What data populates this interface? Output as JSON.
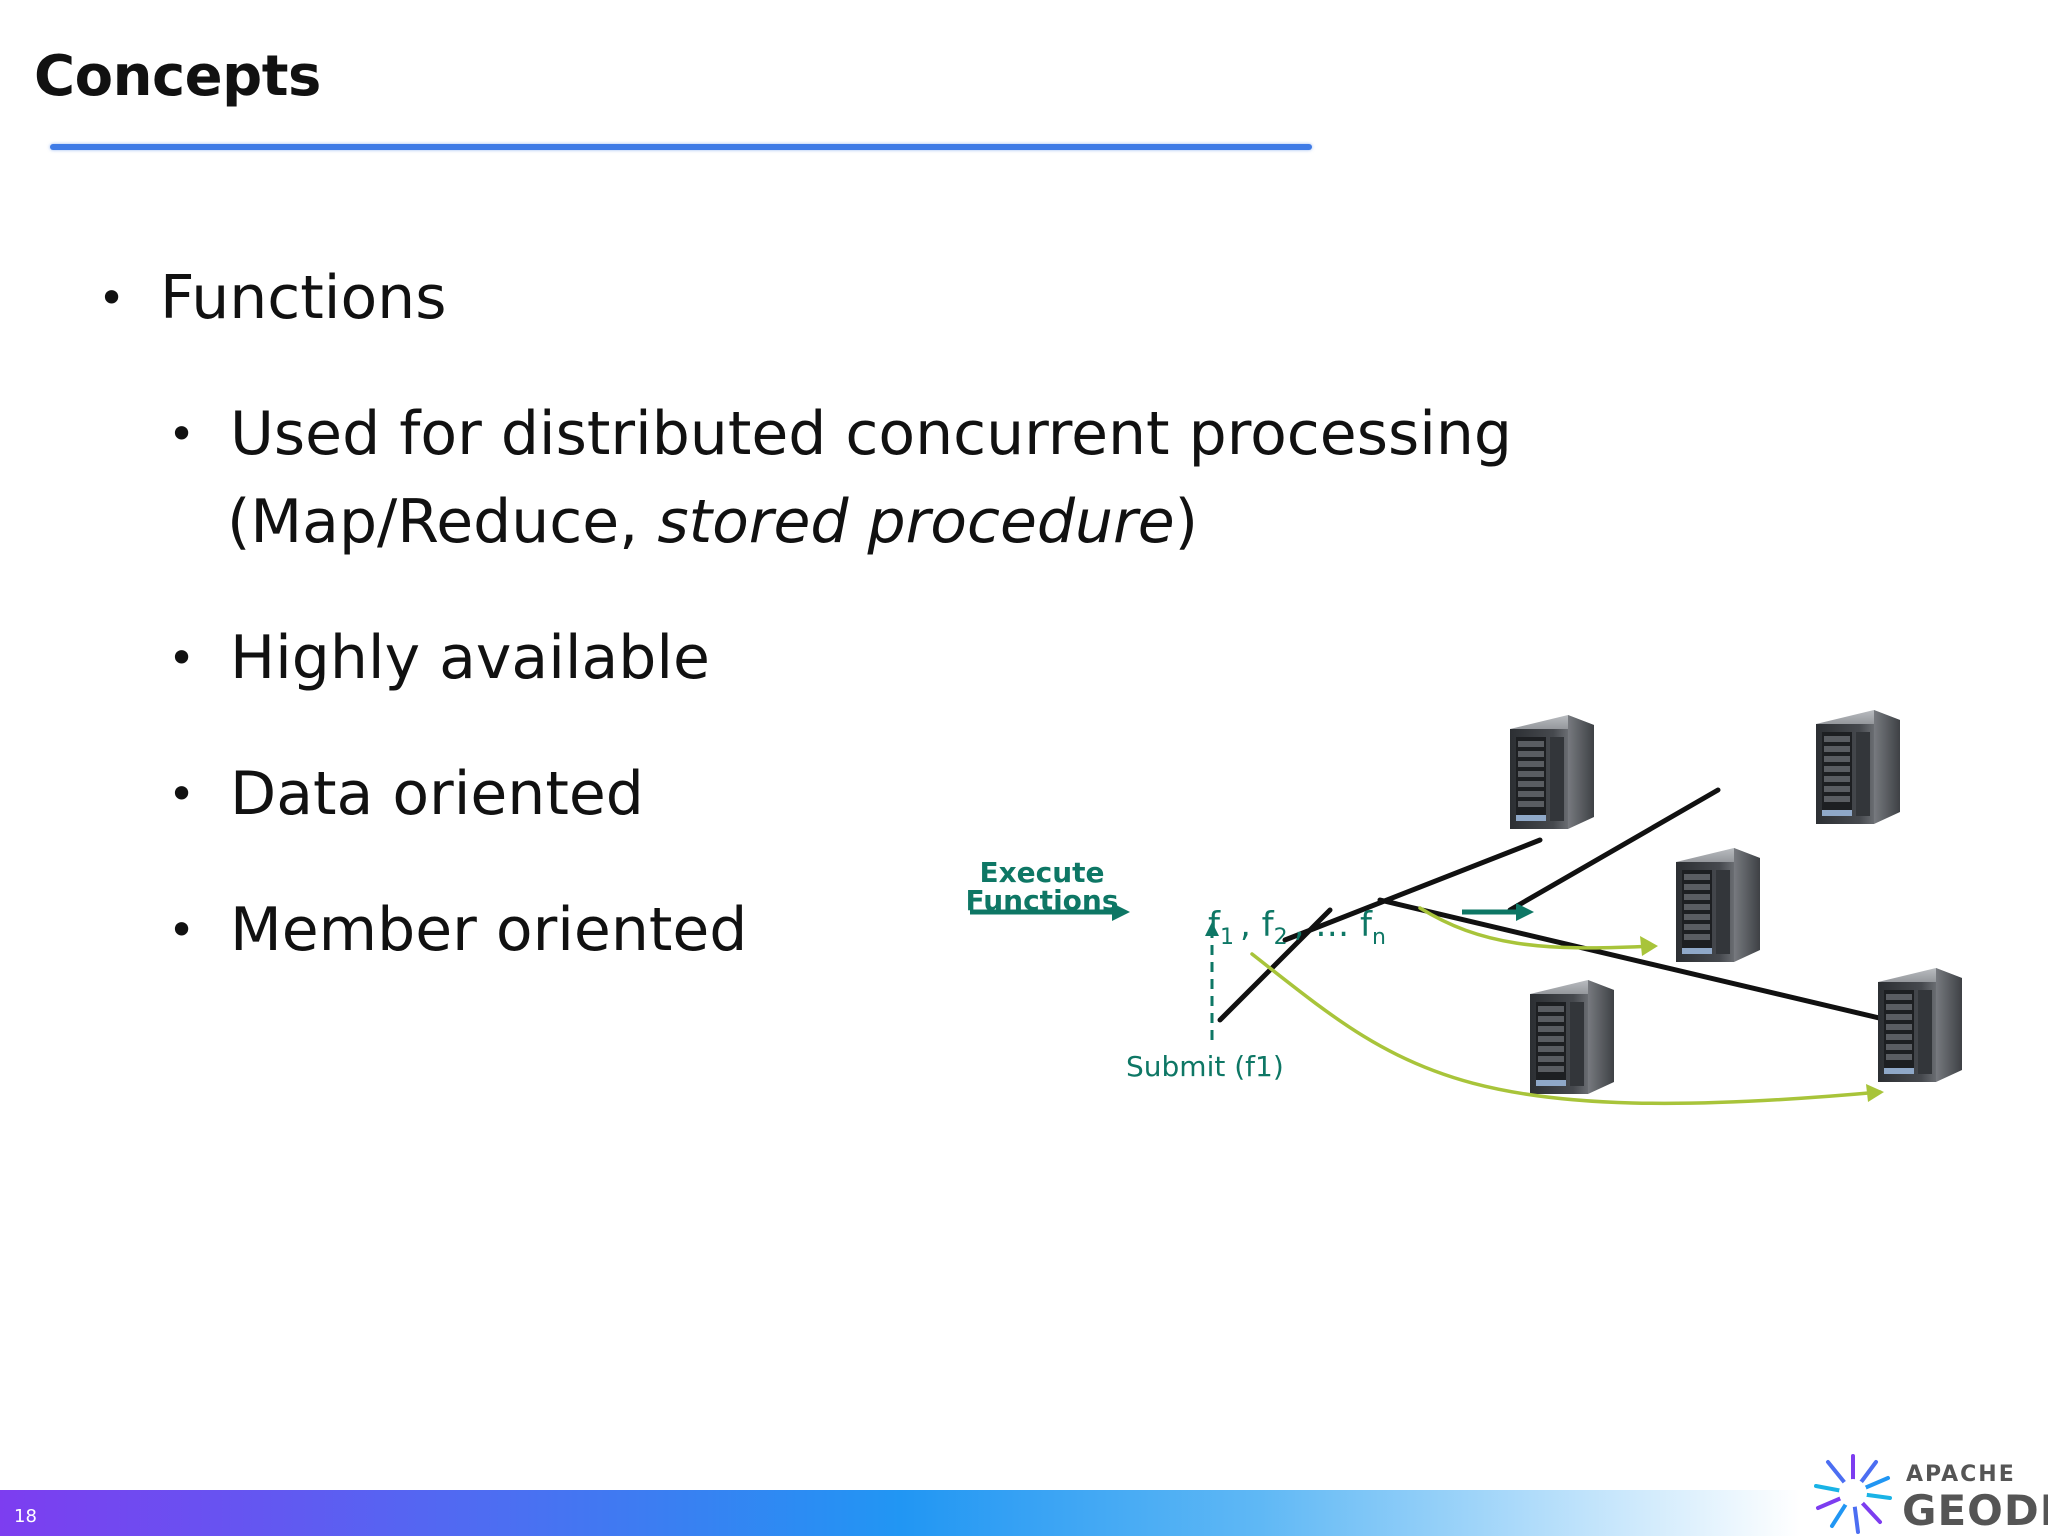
{
  "slide": {
    "title": "Concepts",
    "page_number": "18"
  },
  "bullets": {
    "level1": "Functions",
    "items": [
      {
        "line1": "Used for distributed concurrent processing",
        "line2_prefix": "(Map/Reduce, ",
        "line2_italic": "stored procedure",
        "line2_suffix": ")"
      },
      {
        "line1": "Highly available"
      },
      {
        "line1": "Data oriented"
      },
      {
        "line1": "Member oriented"
      }
    ]
  },
  "diagram": {
    "execute_line1": "Execute",
    "execute_line2": "Functions",
    "f1": "f",
    "f1_sub": "1",
    "f2": ", f",
    "f2_sub": "2",
    "fn": ", … f",
    "fn_sub": "n",
    "submit_label": "Submit (f1)",
    "colors": {
      "teal": "#0e7765",
      "green_arrow": "#a8c43a",
      "server_body": "#4a4d52",
      "link": "#111111"
    },
    "icons": [
      "server-icon",
      "arrow-icon"
    ]
  },
  "footer": {
    "logo_apache": "APACHE",
    "logo_geode": "GEODE",
    "gradient": [
      "#7d3df0",
      "#2196f3",
      "#ffffff"
    ]
  }
}
